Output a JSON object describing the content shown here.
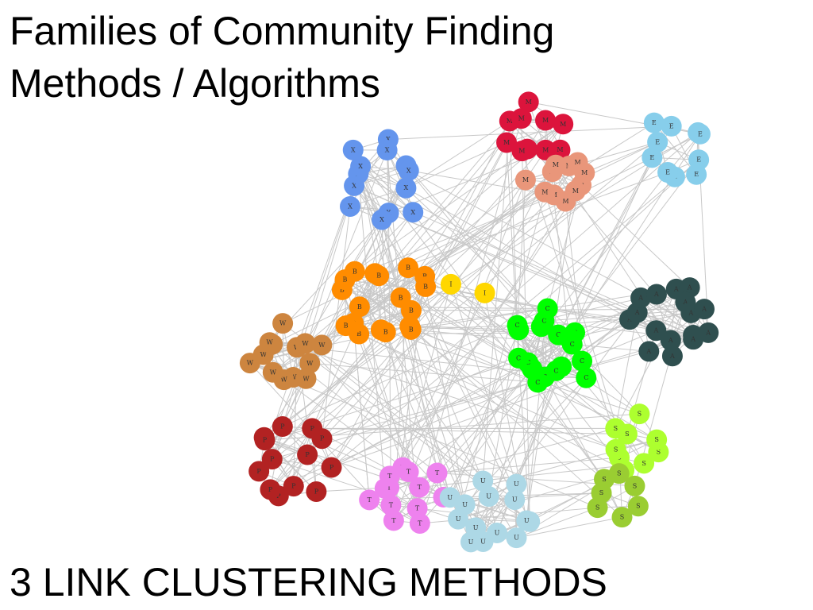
{
  "slide": {
    "title_line1": "Families of Community Finding",
    "title_line2": "Methods / Algorithms",
    "subtitle": "3 LINK CLUSTERING METHODS"
  },
  "graph": {
    "edge_color": "#c8c8c8",
    "clusters": [
      {
        "label": "X",
        "color": "#6495ed",
        "count": 13
      },
      {
        "label": "M",
        "color": "#dc143c",
        "count": 10
      },
      {
        "label": "M",
        "color": "#e9967a",
        "count": 11
      },
      {
        "label": "E",
        "color": "#87ceeb",
        "count": 10
      },
      {
        "label": "B",
        "color": "#ff8c00",
        "count": 18
      },
      {
        "label": "I",
        "color": "#ffd700",
        "count": 2
      },
      {
        "label": "C",
        "color": "#00ff00",
        "count": 18
      },
      {
        "label": "A",
        "color": "#2f4f4f",
        "count": 16
      },
      {
        "label": "W",
        "color": "#cd853f",
        "count": 13
      },
      {
        "label": "P",
        "color": "#b22222",
        "count": 13
      },
      {
        "label": "T",
        "color": "#ee82ee",
        "count": 13
      },
      {
        "label": "U",
        "color": "#add8e6",
        "count": 14
      },
      {
        "label": "S",
        "color": "#adff2f",
        "count": 9
      },
      {
        "label": "S",
        "color": "#9acd32",
        "count": 7
      }
    ]
  }
}
